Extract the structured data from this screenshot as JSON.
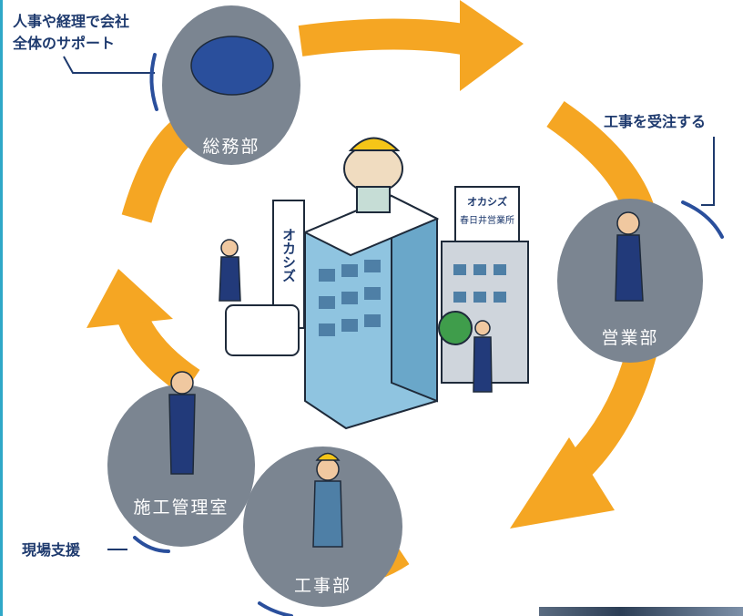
{
  "departments": {
    "soumu": {
      "label": "総務部"
    },
    "eigyo": {
      "label": "営業部"
    },
    "kouji": {
      "label": "工事部"
    },
    "sekou": {
      "label": "施工管理室"
    }
  },
  "annotations": {
    "support_line1": "人事や経理で会社",
    "support_line2": "全体のサポート",
    "order": "工事を受注する",
    "site_support": "現場支援"
  },
  "building": {
    "main_sign": "オカシズ",
    "branch_sign_line1": "オカシズ",
    "branch_sign_line2": "春日井営業所"
  },
  "colors": {
    "arrow": "#f5a623",
    "circle": "#7b8591",
    "text": "#1e3a6e",
    "building": "#8fc4e0"
  }
}
